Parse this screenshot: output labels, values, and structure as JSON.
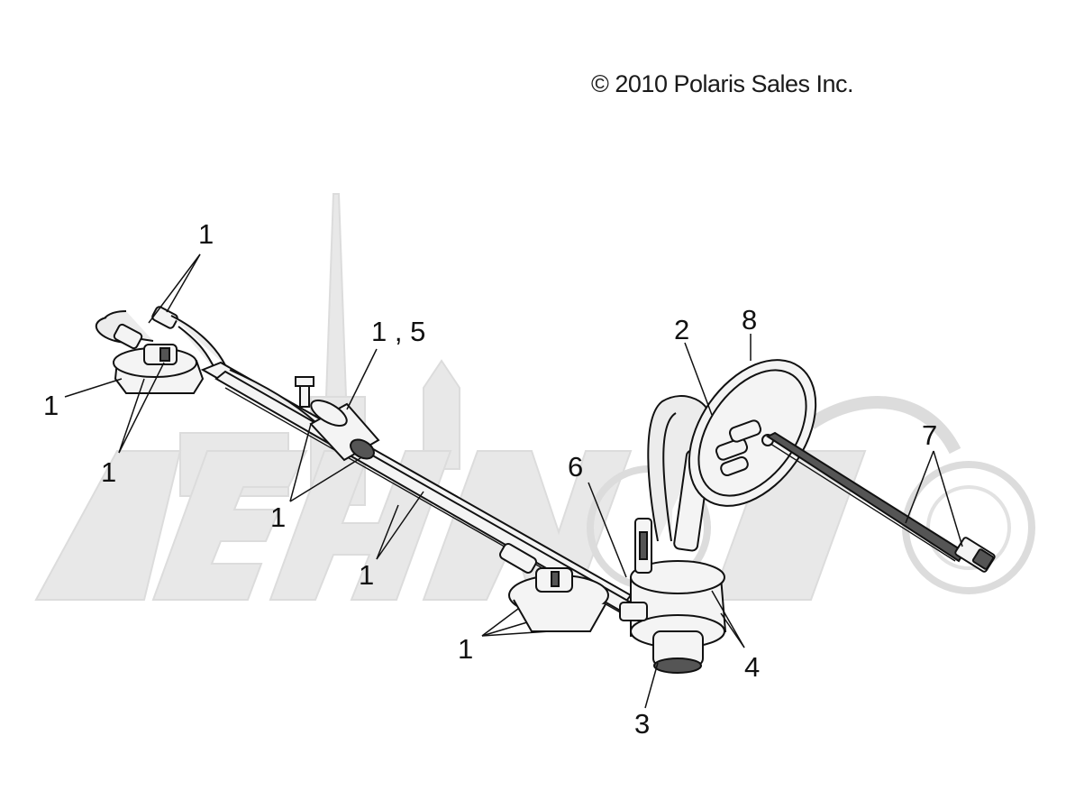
{
  "copyright": "© 2010 Polaris Sales Inc.",
  "watermark": {
    "text": "",
    "color": "#e6e6e6"
  },
  "callouts": [
    {
      "id": "c1-top",
      "label": "1"
    },
    {
      "id": "c1-left",
      "label": "1"
    },
    {
      "id": "c1-lower-left",
      "label": "1"
    },
    {
      "id": "c15",
      "label": "1 , 5"
    },
    {
      "id": "c1-mid",
      "label": "1"
    },
    {
      "id": "c1-center",
      "label": "1"
    },
    {
      "id": "c1-bottom",
      "label": "1"
    },
    {
      "id": "c2",
      "label": "2"
    },
    {
      "id": "c8",
      "label": "8"
    },
    {
      "id": "c6",
      "label": "6"
    },
    {
      "id": "c7",
      "label": "7"
    },
    {
      "id": "c4",
      "label": "4"
    },
    {
      "id": "c3",
      "label": "3"
    }
  ]
}
